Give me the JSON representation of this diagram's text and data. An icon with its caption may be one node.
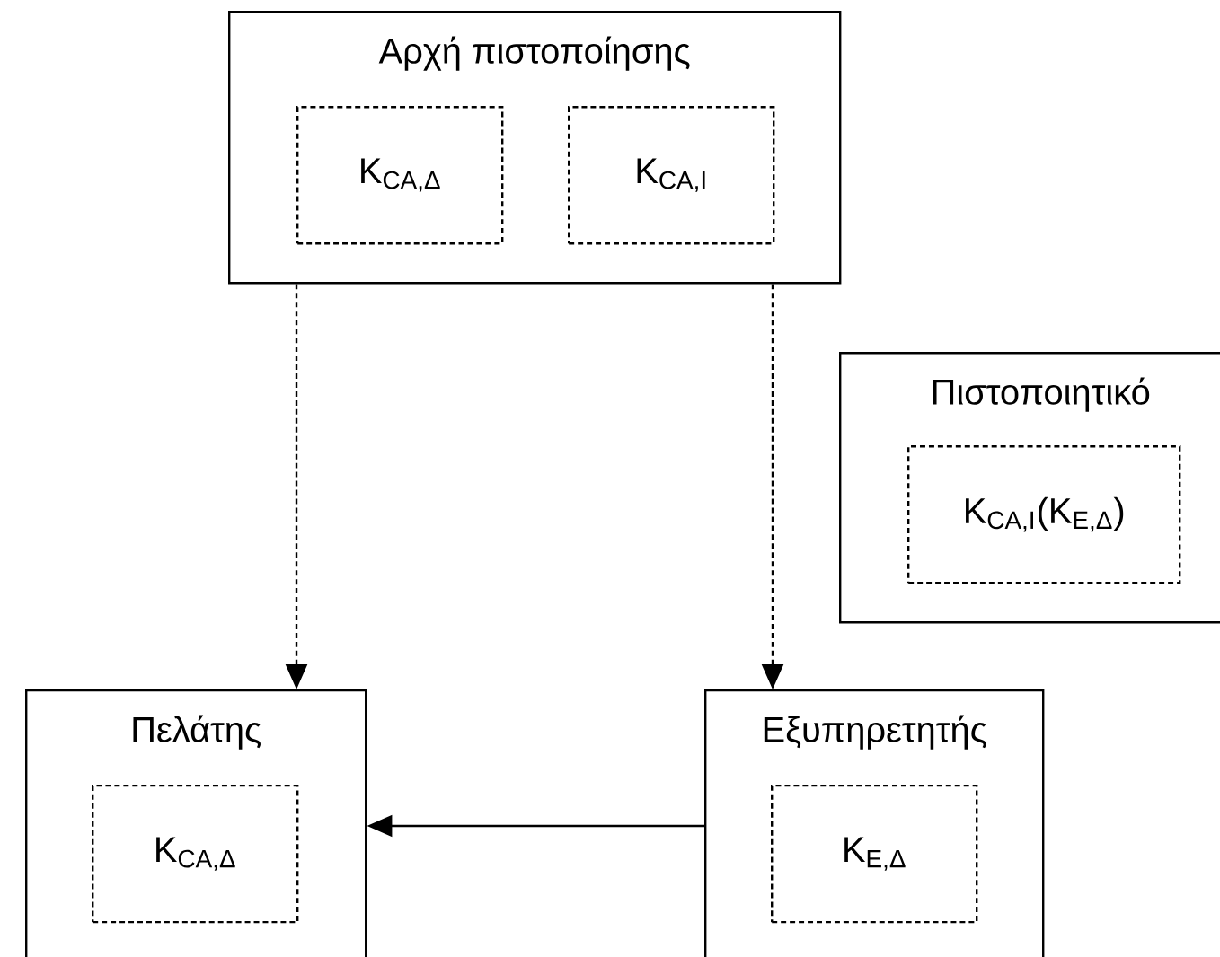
{
  "diagram": {
    "nodes": [
      {
        "text": [
          "Αρχή πιστοποίησης"
        ]
      },
      {
        "text": [
          "K$_{CA,Δ}$"
        ],
        "in": 0
      },
      {
        "text": [
          "K$_{CA,I}$"
        ],
        "in": 0
      },
      {
        "text": [
          "Πιστοποιητικό"
        ]
      },
      {
        "text": [
          "K$_{CA,I}$(K$_{E,Δ}$)"
        ],
        "in": 3
      },
      {
        "text": [
          "Πελάτης"
        ]
      },
      {
        "text": [
          "K$_{CA,Δ}$"
        ],
        "in": 5
      },
      {
        "text": [
          "Εξυπηρετητής"
        ]
      },
      {
        "text": [
          "K$_{E,Δ}$"
        ],
        "in": 7
      }
    ],
    "edges": [
      {
        "from": 0,
        "to": 5,
        "arrow": "to",
        "style": "dashed"
      },
      {
        "from": 0,
        "to": 7,
        "arrow": "to",
        "style": "dashed"
      },
      {
        "from": 7,
        "to": 5,
        "arrow": "to"
      }
    ]
  }
}
